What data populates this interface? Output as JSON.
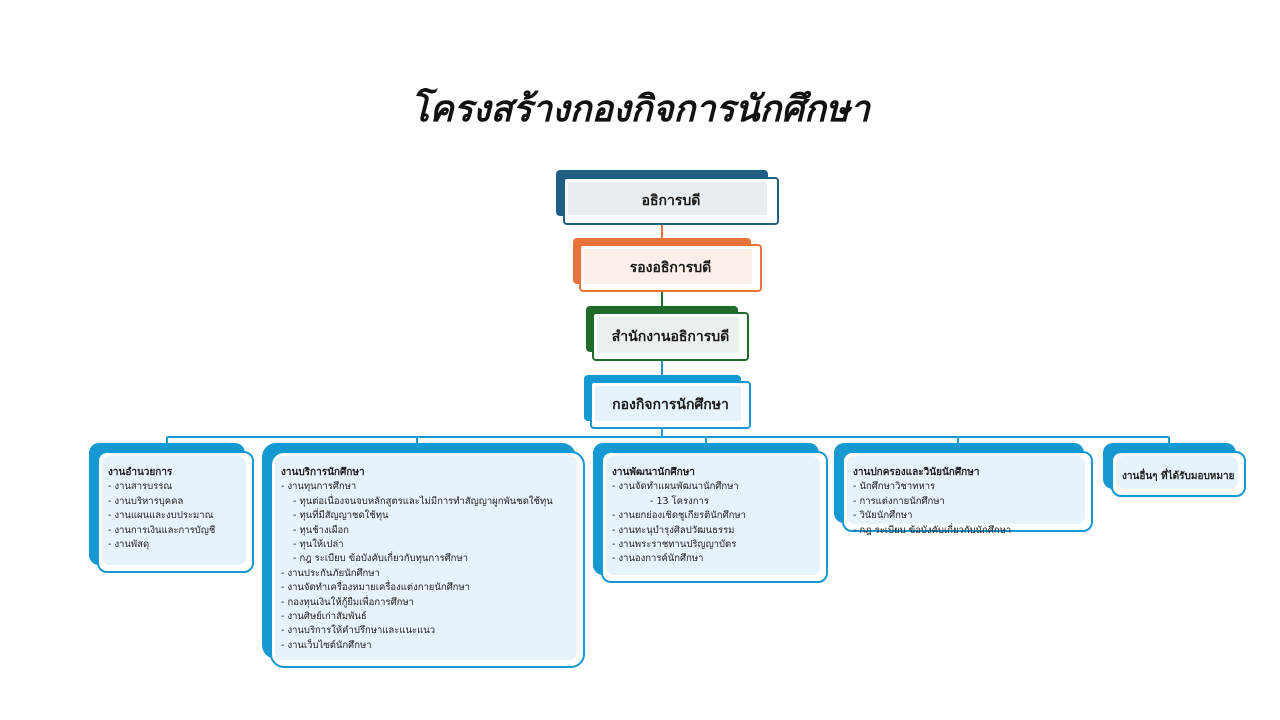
{
  "title": "โครงสร้างกองกิจการนักศึกษา",
  "colors": {
    "dark_blue": "#1f5f86",
    "orange": "#e8743b",
    "green": "#1e6b2a",
    "light_blue": "#1698d0",
    "pale_blue": "#e6f3fa"
  },
  "chain": {
    "president": "อธิการบดี",
    "vice_president": "รองอธิการบดี",
    "office": "สำนักงานอธิการบดี",
    "division": "กองกิจการนักศึกษา"
  },
  "departments": [
    {
      "name": "งานอำนวยการ",
      "items": [
        {
          "text": "- งานสารบรรณ",
          "level": 0
        },
        {
          "text": "- งานบริหารบุคคล",
          "level": 0
        },
        {
          "text": "- งานแผนและงบประมาณ",
          "level": 0
        },
        {
          "text": "- งานการเงินและการบัญชี",
          "level": 0
        },
        {
          "text": "- งานพัสดุ",
          "level": 0
        }
      ]
    },
    {
      "name": "งานบริการนักศึกษา",
      "items": [
        {
          "text": "- งานทุนการศึกษา",
          "level": 0
        },
        {
          "text": "- ทุนต่อเนื่องจนจบหลักสูตรและไม่มีการทำสัญญาผูกพันชดใช้ทุน",
          "level": 1
        },
        {
          "text": "- ทุนที่มีสัญญาชดใช้ทุน",
          "level": 1
        },
        {
          "text": "- ทุนช้างเผือก",
          "level": 1
        },
        {
          "text": "- ทุนให้เปล่า",
          "level": 1
        },
        {
          "text": "- กฎ ระเบียบ ข้อบังคับเกี่ยวกับทุนการศึกษา",
          "level": 1
        },
        {
          "text": "- งานประกันภัยนักศึกษา",
          "level": 0
        },
        {
          "text": "- งานจัดทำเครื่องหมายเครื่องแต่งกายนักศึกษา",
          "level": 0
        },
        {
          "text": "- กองทุนเงินให้กู้ยืมเพื่อการศึกษา",
          "level": 0
        },
        {
          "text": "- งานศิษย์เก่าสัมพันธ์",
          "level": 0
        },
        {
          "text": "- งานบริการให้คำปรึกษาและแนะแนว",
          "level": 0
        },
        {
          "text": "- งานเว็บไซต์นักศึกษา",
          "level": 0
        }
      ]
    },
    {
      "name": "งานพัฒนานักศึกษา",
      "items": [
        {
          "text": "- งานจัดทำแผนพัฒนานักศึกษา",
          "level": 0
        },
        {
          "text": "- 13 โครงการ",
          "level": 2
        },
        {
          "text": "- งานยกย่องเชิดชูเกียรตินักศึกษา",
          "level": 0
        },
        {
          "text": "- งานทะนุบำรุงศิลปวัฒนธรรม",
          "level": 0
        },
        {
          "text": "- งานพระราชทานปริญญาบัตร",
          "level": 0
        },
        {
          "text": "- งานองการค์นักศึกษา",
          "level": 0
        }
      ]
    },
    {
      "name": "งานปกครองและวินัยนักศึกษา",
      "items": [
        {
          "text": "- นักศึกษาวิชาทหาร",
          "level": 0
        },
        {
          "text": "- การแต่งกายนักศึกษา",
          "level": 0
        },
        {
          "text": "- วินัยนักศึกษา",
          "level": 0
        },
        {
          "text": "- กฎ ระเบียบ ข้อบังคับเกี่ยวกับนักศึกษา",
          "level": 0
        }
      ]
    },
    {
      "name": "งานอื่นๆ ที่ได้รับมอบหมาย",
      "items": []
    }
  ]
}
